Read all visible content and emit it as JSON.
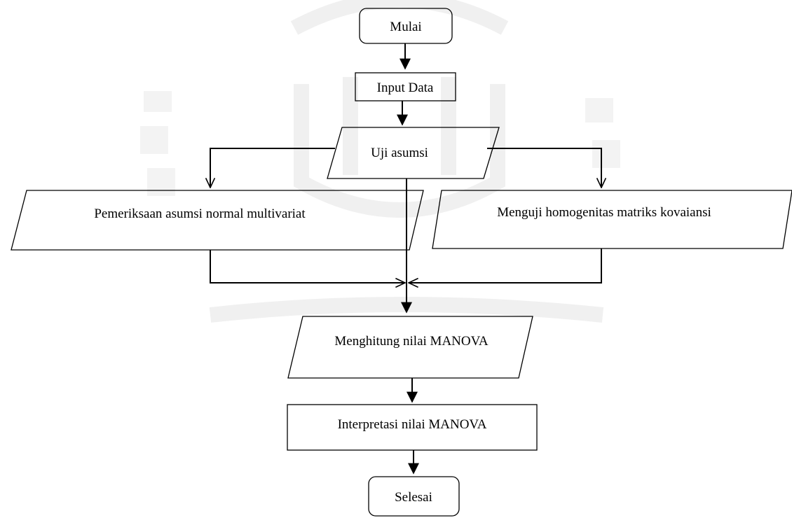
{
  "diagram": {
    "nodes": {
      "start": "Mulai",
      "input": "Input Data",
      "assumption_test": "Uji asumsi",
      "normality_check": "Pemeriksaan asumsi normal multivariat",
      "homogeneity_test": "Menguji homogenitas matriks kovaiansi",
      "compute_manova": "Menghitung nilai MANOVA",
      "interpret_manova": "Interpretasi nilai MANOVA",
      "end": "Selesai"
    }
  }
}
